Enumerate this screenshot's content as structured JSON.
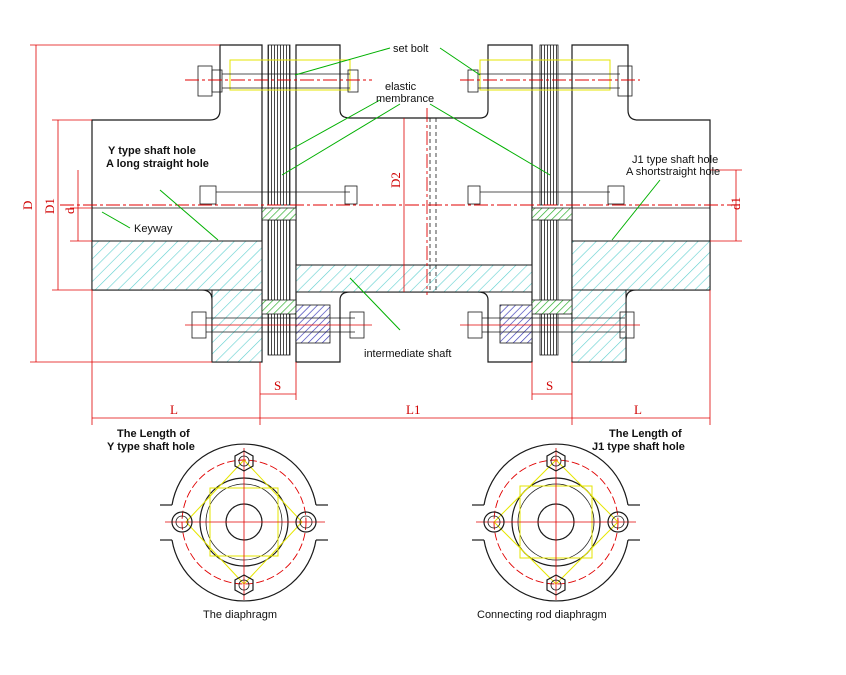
{
  "labels": {
    "set_bolt": "set bolt",
    "elastic_line1": "elastic",
    "elastic_line2": "membrance",
    "y_hole_line1": "Y type shaft hole",
    "y_hole_line2": "A long straight hole",
    "j1_hole_line1": "J1 type shaft hole",
    "j1_hole_line2": "A shortstraight hole",
    "keyway": "Keyway",
    "intermediate_shaft": "intermediate shaft",
    "y_length_line1": "The Length of",
    "y_length_line2": "Y type shaft hole",
    "j1_length_line1": "The Length of",
    "j1_length_line2": "J1 type shaft hole",
    "diaphragm": "The diaphragm",
    "connecting_rod": "Connecting rod diaphragm"
  },
  "dimensions": {
    "D": "D",
    "D1": "D1",
    "D2": "D2",
    "d": "d",
    "d1": "d1",
    "L_left": "L",
    "L1": "L1",
    "L_right": "L",
    "S_left": "S",
    "S_right": "S"
  },
  "colors": {
    "outline": "#1a1a1a",
    "dimension": "#e00000",
    "leader": "#00b000",
    "hatch_section": "#5fd0d0",
    "bolt_yellow": "#e6e600",
    "spacer_green": "#40c040",
    "bushing_blue": "#4040c0"
  }
}
